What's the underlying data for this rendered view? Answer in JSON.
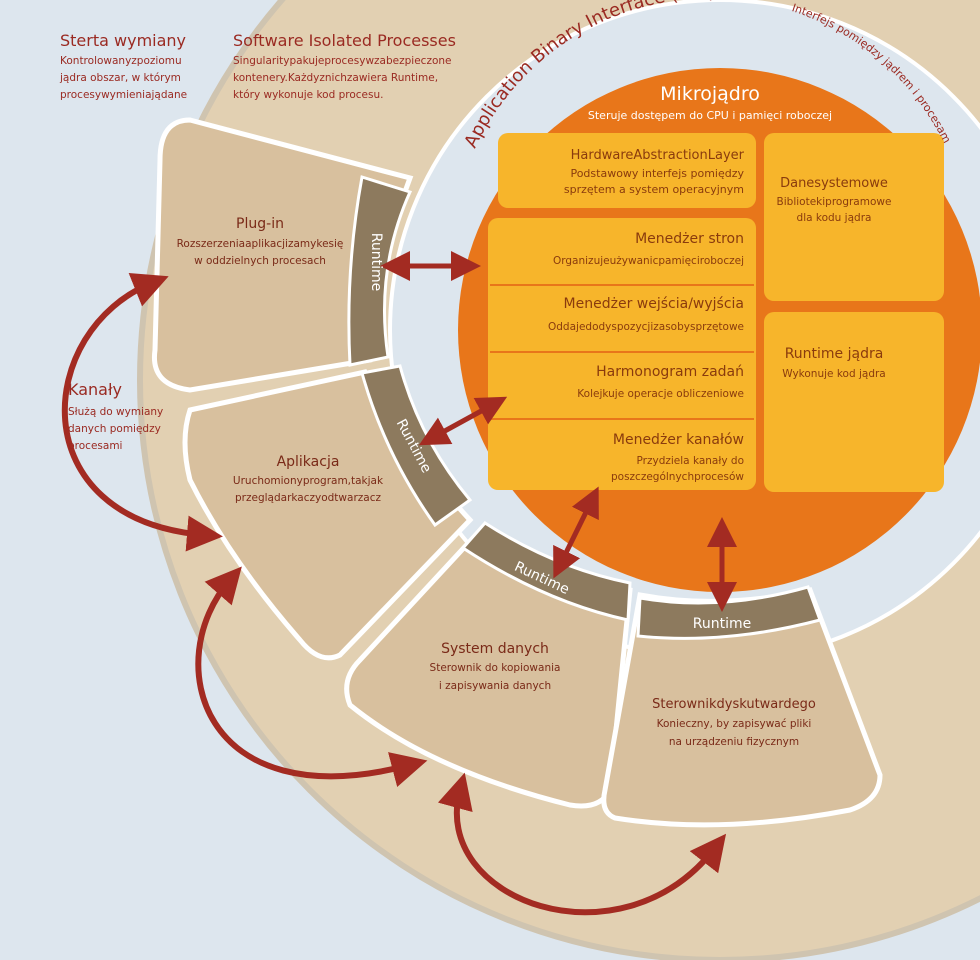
{
  "sterta": {
    "title": "Sterta wymiany",
    "desc1": "Kontrolowanyzpoziomu",
    "desc2": "jądra obszar, w którym",
    "desc3": "procesywymieniajądane"
  },
  "sip": {
    "title": "Software Isolated Processes",
    "desc1": "Singularitypakujeprocesywzabezpieczone",
    "desc2": "kontenery.Każdyznichzawiera Runtime,",
    "desc3": "który wykonuje kod procesu."
  },
  "abi": {
    "title": "Application Binary Interface (ABI)",
    "subtitle": "Interfejs pomiędzy jądrem i procesami"
  },
  "kernel": {
    "title": "Mikrojądro",
    "subtitle": "Steruje dostępem do CPU i pamięci roboczej",
    "hal_title": "HardwareAbstractionLayer",
    "hal_desc1": "Podstawowy interfejs pomiędzy",
    "hal_desc2": "sprzętem a system operacyjnym",
    "dane_title": "Danesystemowe",
    "dane_desc1": "Bibliotekiprogramowe",
    "dane_desc2": "dla kodu jądra",
    "pages_title": "Menedżer stron",
    "pages_desc": "Organizujeużywanicpamięciroboczej",
    "io_title": "Menedżer wejścia/wyjścia",
    "io_desc": "Oddajedodyspozycjizasobysprzętowe",
    "sched_title": "Harmonogram zadań",
    "sched_desc": "Kolejkuje operacje obliczeniowe",
    "chan_title": "Menedżer kanałów",
    "chan_desc1": "Przydziela kanały do",
    "chan_desc2": "poszczególnychprocesów",
    "rt_title": "Runtime jądra",
    "rt_desc": "Wykonuje kod jądra"
  },
  "processes": {
    "plugin_title": "Plug-in",
    "plugin_desc1": "Rozszerzeniaaplikacjizamykesię",
    "plugin_desc2": "w oddzielnych procesach",
    "app_title": "Aplikacja",
    "app_desc1": "Uruchomionyprogram,takjak",
    "app_desc2": "przeglądarkaczyodtwarzacz",
    "sys_title": "System danych",
    "sys_desc1": "Sterownik do kopiowania",
    "sys_desc2": "i zapisywania danych",
    "drv_title": "Sterownikdyskutwardego",
    "drv_desc1": "Konieczny, by zapisywać pliki",
    "drv_desc2": "na urządzeniu fizycznym",
    "runtime_label": "Runtime"
  },
  "kanaly": {
    "title": "Kanały",
    "desc1": "Służą do wymiany",
    "desc2": "danych pomiędzy",
    "desc3": "procesami"
  },
  "colors": {
    "bg": "#dde6ee",
    "tan": "#e2d0b2",
    "process": "#d8c09e",
    "runtime": "#8d7a5e",
    "orange": "#e8761a",
    "yellow": "#f7b52b",
    "arrow": "#a32b22",
    "title_red": "#9a2a22"
  }
}
